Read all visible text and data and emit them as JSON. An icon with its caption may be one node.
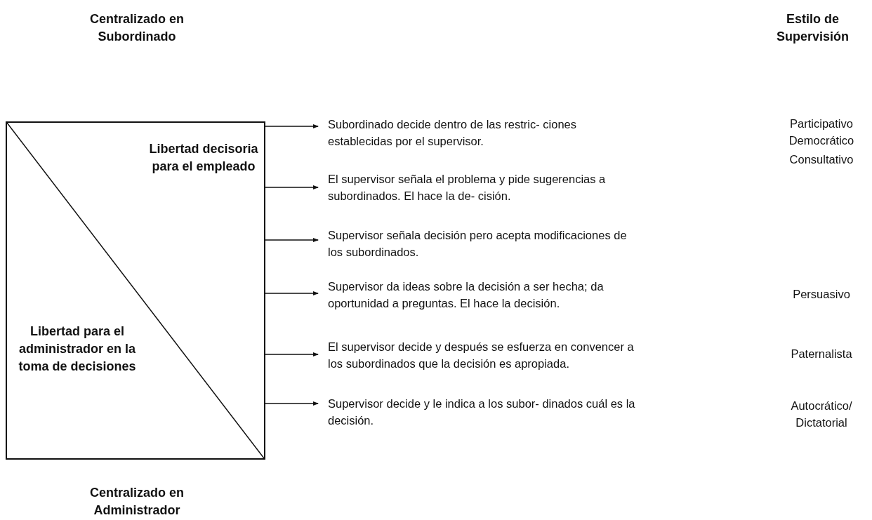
{
  "diagram": {
    "nodes": [
      {
        "text": [
          "Libertad decisoria para el empleado",
          "Libertad para el administrador en la toma de decisiones"
        ]
      },
      {
        "text": [
          "Subordinado decide dentro de las restric- ciones establecidas por el supervisor."
        ]
      },
      {
        "text": [
          "El supervisor señala el problema y pide sugerencias a subordinados. El hace la de- cisión."
        ]
      },
      {
        "text": [
          "Supervisor señala decisión pero acepta modificaciones de los subordinados."
        ]
      },
      {
        "text": [
          "Supervisor da ideas sobre la decisión a ser hecha; da oportunidad a preguntas. El hace la decisión."
        ]
      },
      {
        "text": [
          "El supervisor decide y después se esfuerza en convencer a los subordinados que la decisión es apropiada."
        ]
      },
      {
        "text": [
          "Supervisor decide y le indica a los subor- dinados cuál es la decisión."
        ]
      }
    ],
    "edges": [
      {
        "from": 0,
        "to": 1,
        "arrow": "to"
      },
      {
        "from": 0,
        "to": 2,
        "arrow": "to"
      },
      {
        "from": 0,
        "to": 3,
        "arrow": "to"
      },
      {
        "from": 0,
        "to": 4,
        "arrow": "to"
      },
      {
        "from": 0,
        "to": 5,
        "arrow": "to"
      },
      {
        "from": 0,
        "to": 6,
        "arrow": "to"
      }
    ],
    "labels": [
      "Centralizado en Subordinado",
      "Estilo de Supervisión",
      "Participativo Democrático",
      "Consultativo",
      "Persuasivo",
      "Paternalista",
      "Autocrático/ Dictatorial",
      "Centralizado en Administrador"
    ]
  }
}
